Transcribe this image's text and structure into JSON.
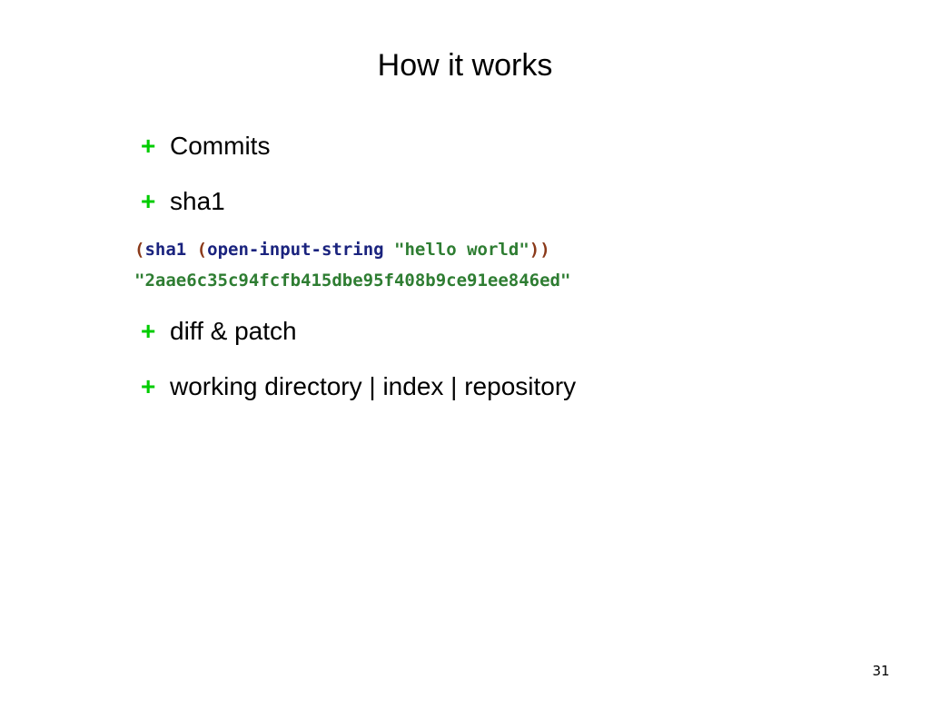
{
  "slide": {
    "title": "How it works",
    "bullets": [
      {
        "marker": "+",
        "text": "Commits"
      },
      {
        "marker": "+",
        "text": "sha1"
      },
      {
        "marker": "+",
        "text": "diff & patch"
      },
      {
        "marker": "+",
        "text": "working directory | index | repository"
      }
    ],
    "code": {
      "line1": {
        "open1": "(",
        "fn1": "sha1",
        "space1": " ",
        "open2": "(",
        "fn2": "open-input-string",
        "space2": " ",
        "string": "\"hello world\"",
        "close": "))"
      },
      "line2": "\"2aae6c35c94fcfb415dbe95f408b9ce91ee846ed\""
    },
    "page_number": "31"
  },
  "colors": {
    "bullet_marker": "#00cc00",
    "paren": "#8b3a1a",
    "function": "#1a237e",
    "string": "#2e7d32"
  }
}
